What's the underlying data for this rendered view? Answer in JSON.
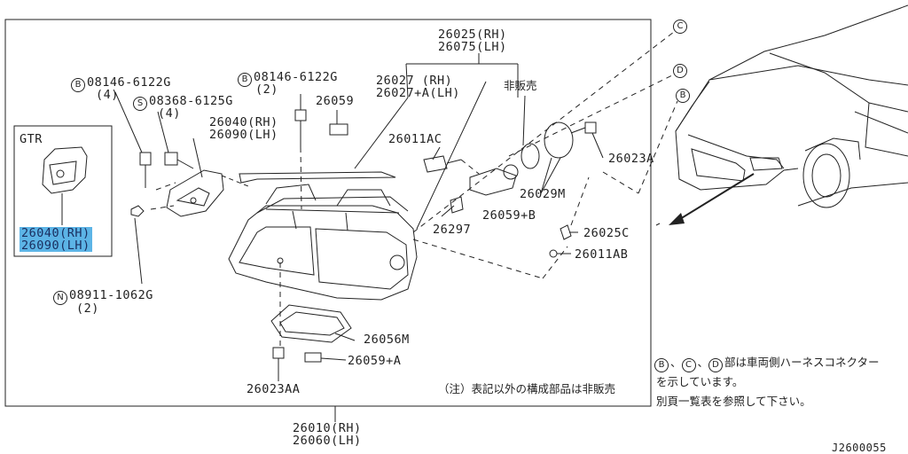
{
  "inset": {
    "title": "GTR",
    "part_rh": "26040(RH)",
    "part_lh": "26090(LH)"
  },
  "labels": {
    "bolt_b_code": "08146-6122G",
    "bolt_b_qty": "(4)",
    "screw_s_code": "08368-6125G",
    "screw_s_qty": "(4)",
    "bolt_b2_code": "08146-6122G",
    "bolt_b2_qty": "(2)",
    "p26059": "26059",
    "bracket_rh": "26040(RH)",
    "bracket_lh": "26090(LH)",
    "lamp_rh": "26025(RH)",
    "lamp_lh": "26075(LH)",
    "lens_rh": "26027  (RH)",
    "lens_lh": "26027+A(LH)",
    "not_sold": "非販売",
    "p26011ac": "26011AC",
    "p26023a": "26023A",
    "p26029m": "26029M",
    "p26059b": "26059+B",
    "p26297": "26297",
    "p26025c": "26025C",
    "p26011ab": "26011AB",
    "nut_n_code": "08911-1062G",
    "nut_n_qty": "(2)",
    "p26056m": "26056M",
    "p26059a": "26059+A",
    "p26023aa": "26023AA",
    "note": "（注）表記以外の構成部品は非販売",
    "main_rh": "26010(RH)",
    "main_lh": "26060(LH)",
    "connector_note_1": "部は車両側ハーネスコネクター",
    "connector_note_2": "を示しています。",
    "connector_note_3": "別頁一覧表を参照して下さい。",
    "diagram_code": "J2600055"
  },
  "callouts": {
    "b": "B",
    "c": "C",
    "d": "D",
    "s": "S",
    "n": "N",
    "comma": "、"
  },
  "colors": {
    "line": "#222222",
    "highlight": "#5cb4e6"
  }
}
